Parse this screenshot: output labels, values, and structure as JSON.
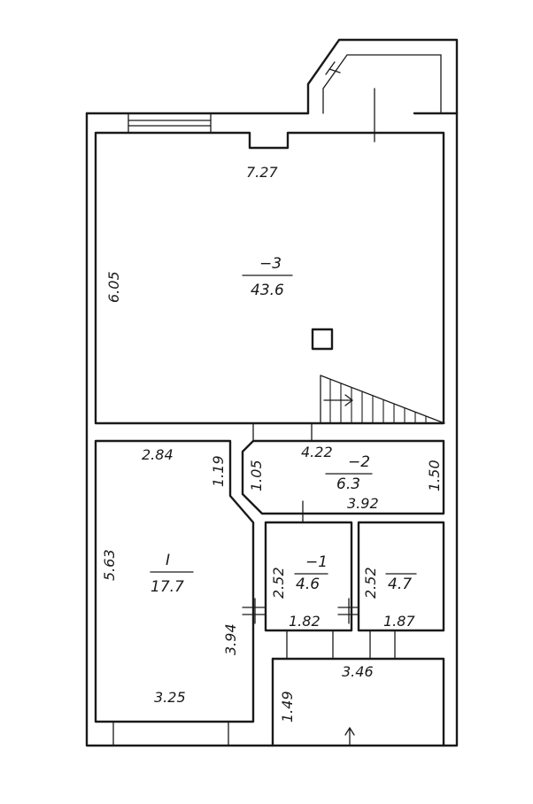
{
  "rooms": {
    "main": {
      "number": "−3",
      "area": "43.6",
      "dim_top": "7.27",
      "dim_left": "6.05"
    },
    "corridor": {
      "number": "−2",
      "area": "6.3",
      "dim_top": "4.22",
      "dim_bottom": "3.92",
      "dim_left": "1.05",
      "dim_right": "1.50"
    },
    "room1": {
      "number": "I",
      "area": "17.7",
      "dim_top": "2.84",
      "dim_left": "5.63",
      "dim_bottom": "3.25",
      "dim_right_upper": "1.19",
      "dim_right_lower": "3.94"
    },
    "bath": {
      "number": "−1",
      "area": "4.6",
      "dim_left": "2.52",
      "dim_bottom": "1.82"
    },
    "small": {
      "area": "4.7",
      "dim_left": "2.52",
      "dim_bottom": "1.87"
    },
    "entry": {
      "dim_top": "3.46",
      "dim_left": "1.49"
    }
  }
}
